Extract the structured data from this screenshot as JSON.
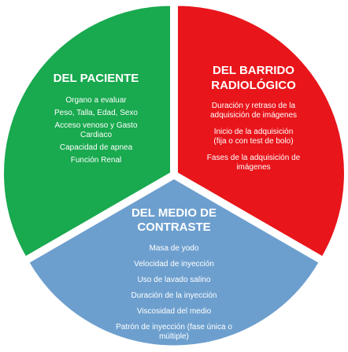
{
  "segments": [
    {
      "id": "paciente",
      "color": "#19a94f",
      "title": [
        "DEL PACIENTE"
      ],
      "items": [
        [
          "Organo a evaluar"
        ],
        [
          "Peso, Talla, Edad, Sexo"
        ],
        [
          "Acceso venoso y Gasto",
          "Cardiaco"
        ],
        [
          "Capacidad de apnea"
        ],
        [
          "Función Renal"
        ]
      ]
    },
    {
      "id": "barrido",
      "color": "#e8151b",
      "title": [
        "DEL BARRIDO",
        "RADIOLÓGICO"
      ],
      "items": [
        [
          "Duración y retraso de la",
          "adquisición de imágenes"
        ],
        [
          "Inicio de la adquisición",
          "(fija o con test de bolo)"
        ],
        [
          "Fases de la adquisición de",
          "imágenes"
        ]
      ]
    },
    {
      "id": "contraste",
      "color": "#6d9fce",
      "title": [
        "DEL MEDIO DE",
        "CONTRASTE"
      ],
      "items": [
        [
          "Masa de yodo"
        ],
        [
          "Velocidad de inyección"
        ],
        [
          "Uso de lavado salino"
        ],
        [
          "Duración de la inyección"
        ],
        [
          "Viscosidad del medio"
        ],
        [
          "Patrón de inyección (fase única o",
          "múltiple)"
        ]
      ]
    }
  ]
}
